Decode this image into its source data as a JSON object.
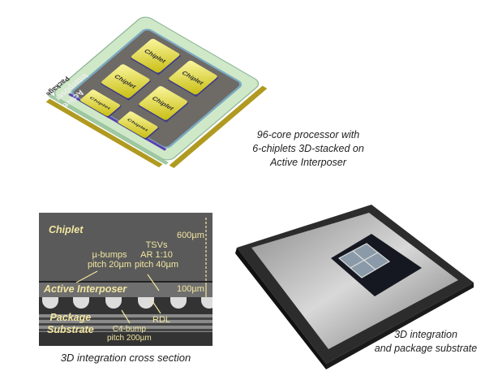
{
  "top_figure": {
    "chiplet_label": "Chiplet",
    "chiplets": [
      "Chiplet",
      "Chiplet",
      "Chiplet",
      "Chiplet",
      "Chiplet",
      "Chiplet"
    ],
    "interposer_label_line1": "Active",
    "interposer_label_line2": "Interposer",
    "package_label": "Package",
    "caption": [
      "96-core processor with",
      "6-chiplets 3D-stacked on",
      "Active Interposer"
    ]
  },
  "cross_section": {
    "chiplet": "Chiplet",
    "ubumps": [
      "µ-bumps",
      "pitch 20µm"
    ],
    "tsvs": [
      "TSVs",
      "AR 1:10",
      "pitch 40µm"
    ],
    "thickness_chiplet": "600µm",
    "active_interposer": "Active Interposer",
    "thickness_interposer": "100µm",
    "package_substrate": [
      "Package",
      "Substrate"
    ],
    "c4_bump": [
      "C4-bump",
      "pitch 200µm"
    ],
    "rdl": "RDL",
    "caption": "3D integration cross section"
  },
  "package_photo": {
    "caption": [
      "3D integration",
      "and package substrate"
    ]
  },
  "colors": {
    "chiplet": "#e8e040",
    "package": "#cfe8c8",
    "interposer": "#6e6a66",
    "label": "#f2e6a0"
  }
}
